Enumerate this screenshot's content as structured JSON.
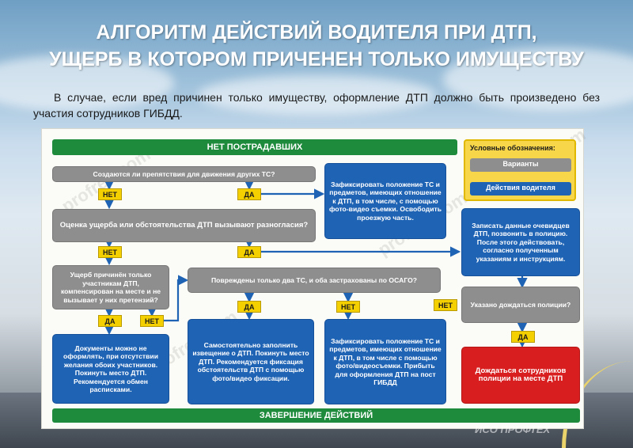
{
  "title": {
    "line1": "АЛГОРИТМ ДЕЙСТВИЙ ВОДИТЕЛЯ ПРИ ДТП,",
    "line2": "УЩЕРБ В КОТОРОМ ПРИЧЕНЕН ТОЛЬКО ИМУЩЕСТВУ"
  },
  "intro": "В случае, если вред причинен только имуществу, оформление ДТП должно быть произведено без участия сотрудников ГИБДД.",
  "diagram": {
    "top_bar": "НЕТ ПОСТРАДАВШИХ",
    "bottom_bar": "ЗАВЕРШЕНИЕ ДЕЙСТВИЙ",
    "legend": {
      "title": "Условные обозначения:",
      "variants": "Варианты",
      "actions": "Действия водителя"
    },
    "q_obstacles": "Создаются ли препятствия для движения других ТС?",
    "q_assessment": "Оценка ущерба или обстоятельства ДТП вызывают разногласия?",
    "q_only_property": "Ущерб причинён только участникам ДТП, компенсирован на месте и не вызывает у них претензий?",
    "q_two_vehicles": "Повреждены только два ТС, и оба застрахованы по ОСАГО?",
    "q_police_indicated": "Указано дождаться полиции?",
    "a_record_positions": "Зафиксировать положение ТС и предметов, имеющих отношение к ДТП, в том числе, с помощью фото-видео съемки. Освободить проезжую часть.",
    "a_witnesses": "Записать данные очевидцев ДТП, позвонить в полицию. После этого действовать, согласно полученным указаниям и инструкциям.",
    "a_no_documents": "Документы можно не оформлять, при отсутствии желания обоих участников. Покинуть место ДТП. Рекомендуется обмен расписками.",
    "a_self_notice": "Самостоятельно заполнить извещение о ДТП. Покинуть место ДТП. Рекомендуется фиксация обстоятельств ДТП с помощью фото/видео фиксации.",
    "a_record_gibdd": "Зафиксировать положение ТС и предметов, имеющих отношение к ДТП, в том числе с помощью фото/видеосъемки. Прибыть для оформления ДТП на пост ГИБДД",
    "a_wait_police": "Дождаться сотрудников полиции на месте ДТП",
    "labels": {
      "no": "НЕТ",
      "yes": "ДА"
    },
    "watermark": "profren.com",
    "footer_watermark": "ИСО ПРОФТЕХ"
  },
  "colors": {
    "green_bar": "#1e8a3c",
    "question_gray": "#8e8e8e",
    "action_blue": "#1f63b4",
    "alert_red": "#d81e1e",
    "tag_yellow": "#f5d000",
    "legend_yellow": "#f7d64a"
  }
}
